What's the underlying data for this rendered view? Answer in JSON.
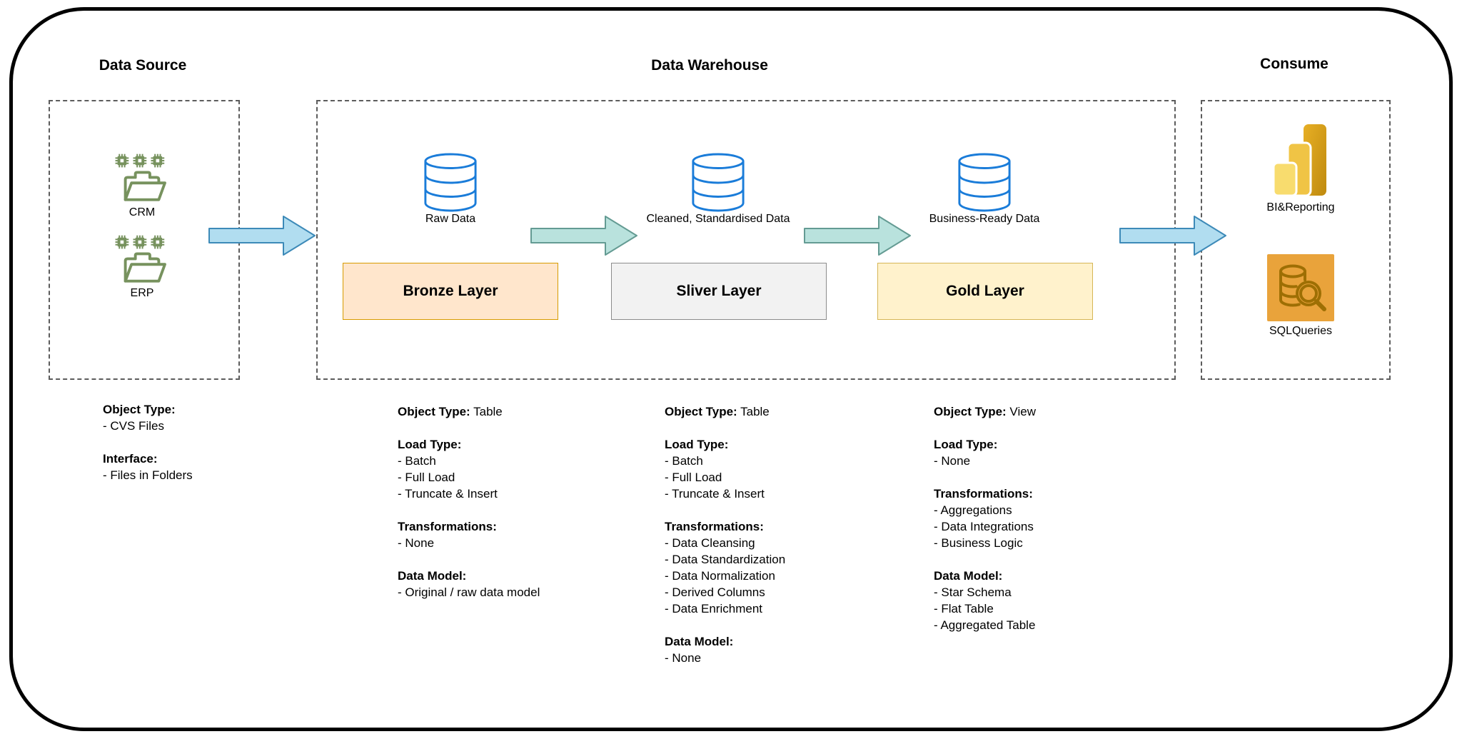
{
  "titles": {
    "data_source": "Data Source",
    "data_warehouse": "Data Warehouse",
    "consume": "Consume"
  },
  "data_source": {
    "items": [
      {
        "label": "CRM",
        "icon": "folder-gears-icon"
      },
      {
        "label": "ERP",
        "icon": "folder-gears-icon"
      }
    ],
    "icon_color": "#77925E"
  },
  "warehouse": {
    "db_icon": "database-icon",
    "db_icon_color": "#1A7CD9",
    "stages": [
      {
        "db_label": "Raw Data",
        "layer": "Bronze Layer",
        "layer_fill": "#FFE6CC",
        "layer_border": "#D79B00"
      },
      {
        "db_label": "Cleaned, Standardised Data",
        "layer": "Sliver Layer",
        "layer_fill": "#F2F2F2",
        "layer_border": "#8C8C8C"
      },
      {
        "db_label": "Business-Ready Data",
        "layer": "Gold Layer",
        "layer_fill": "#FFF2CC",
        "layer_border": "#D6B656"
      }
    ]
  },
  "consume": {
    "items": [
      {
        "label": "BI&Reporting",
        "icon": "bar-chart-icon"
      },
      {
        "label": "SQLQueries",
        "icon": "database-search-icon"
      }
    ],
    "sql_icon_fill": "#E9A33B",
    "sql_icon_stroke": "#9E6F04",
    "bi_bar_colors": [
      "#F8DC6E",
      "#F0C445",
      "#D9A122"
    ]
  },
  "arrows": [
    {
      "fill": "#B1DDF0",
      "stroke": "#3D8AB8"
    },
    {
      "fill": "#B9E2DD",
      "stroke": "#649B93"
    },
    {
      "fill": "#B9E2DD",
      "stroke": "#649B93"
    },
    {
      "fill": "#B1DDF0",
      "stroke": "#3D8AB8"
    }
  ],
  "info_blocks": [
    {
      "sections": [
        {
          "title": "Object Type:",
          "inline": "",
          "items": [
            "- CVS Files"
          ]
        },
        {
          "title": "Interface:",
          "inline": "",
          "items": [
            "- Files in Folders"
          ]
        }
      ]
    },
    {
      "sections": [
        {
          "title": "Object Type:",
          "inline": "Table",
          "items": []
        },
        {
          "title": "Load Type:",
          "inline": "",
          "items": [
            "- Batch",
            "- Full Load",
            "- Truncate & Insert"
          ]
        },
        {
          "title": "Transformations:",
          "inline": "",
          "items": [
            "- None"
          ]
        },
        {
          "title": "Data Model:",
          "inline": "",
          "items": [
            "- Original / raw data model"
          ]
        }
      ]
    },
    {
      "sections": [
        {
          "title": "Object Type:",
          "inline": "Table",
          "items": []
        },
        {
          "title": "Load Type:",
          "inline": "",
          "items": [
            "- Batch",
            "- Full Load",
            "- Truncate & Insert"
          ]
        },
        {
          "title": "Transformations:",
          "inline": "",
          "items": [
            "- Data Cleansing",
            "- Data Standardization",
            "- Data Normalization",
            "- Derived Columns",
            "- Data Enrichment"
          ]
        },
        {
          "title": "Data Model:",
          "inline": "",
          "items": [
            "- None"
          ]
        }
      ]
    },
    {
      "sections": [
        {
          "title": "Object Type:",
          "inline": "View",
          "items": []
        },
        {
          "title": "Load Type:",
          "inline": "",
          "items": [
            "- None"
          ]
        },
        {
          "title": "Transformations:",
          "inline": "",
          "items": [
            "- Aggregations",
            "- Data Integrations",
            "- Business Logic"
          ]
        },
        {
          "title": "Data Model:",
          "inline": "",
          "items": [
            "- Star Schema",
            "- Flat Table",
            "- Aggregated Table"
          ]
        }
      ]
    }
  ]
}
